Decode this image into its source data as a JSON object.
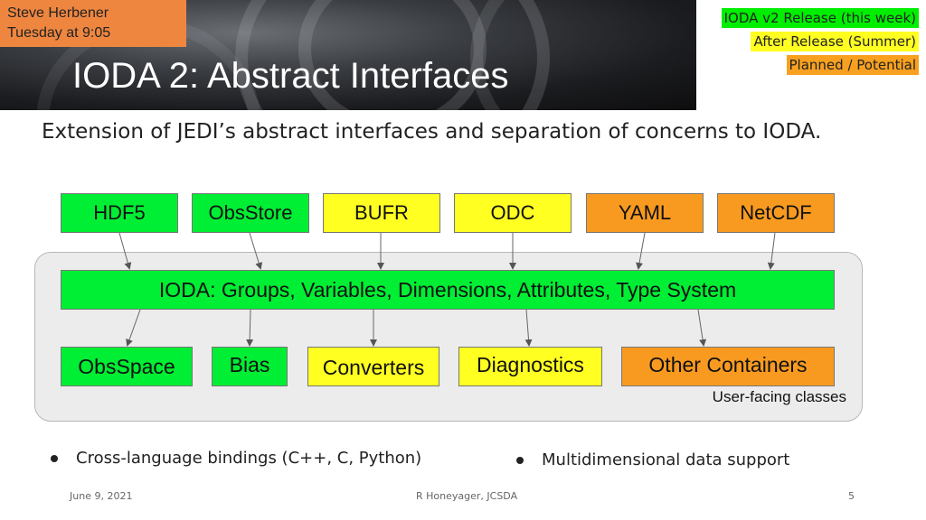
{
  "presenter": {
    "name": "Steve Herbener",
    "time": "Tuesday at 9:05"
  },
  "slide": {
    "title": "IODA 2: Abstract Interfaces",
    "subtitle": "Extension of JEDI’s abstract interfaces and separation of concerns to IODA."
  },
  "legend": [
    {
      "label": "IODA v2 Release (this week)",
      "color": "#00ee00"
    },
    {
      "label": "After Release (Summer)",
      "color": "#ffff22"
    },
    {
      "label": "Planned / Potential",
      "color": "#f8a020"
    }
  ],
  "diagram": {
    "backends": [
      {
        "label": "HDF5",
        "status": "green"
      },
      {
        "label": "ObsStore",
        "status": "green"
      },
      {
        "label": "BUFR",
        "status": "yellow"
      },
      {
        "label": "ODC",
        "status": "yellow"
      },
      {
        "label": "YAML",
        "status": "orange"
      },
      {
        "label": "NetCDF",
        "status": "orange"
      }
    ],
    "core": {
      "label": "IODA: Groups, Variables, Dimensions, Attributes, Type System",
      "status": "green"
    },
    "clients": [
      {
        "label": "ObsSpace",
        "status": "green"
      },
      {
        "label": "Bias",
        "status": "green"
      },
      {
        "label": "Converters",
        "status": "yellow"
      },
      {
        "label": "Diagnostics",
        "status": "yellow"
      },
      {
        "label": "Other Containers",
        "status": "orange"
      }
    ],
    "container_label": "User-facing classes"
  },
  "bullets": [
    "Cross-language bindings (C++, C, Python)",
    "Multidimensional data support"
  ],
  "footer": {
    "date": "June 9, 2021",
    "author": "R Honeyager, JCSDA",
    "page": "5"
  }
}
